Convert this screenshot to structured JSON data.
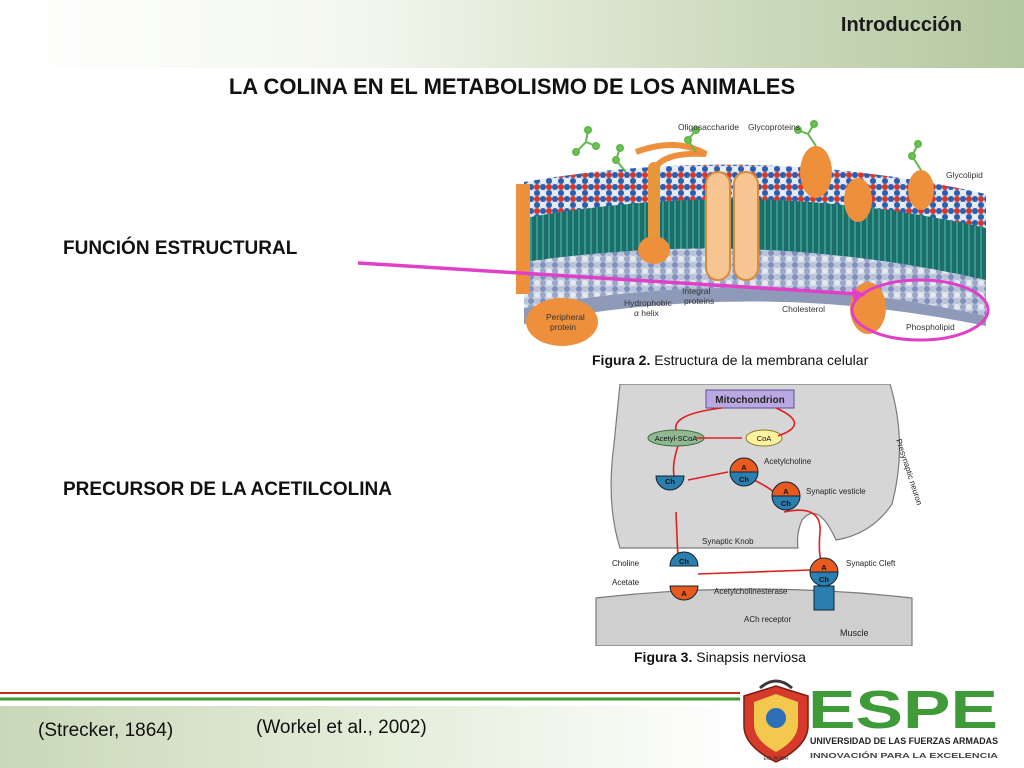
{
  "header": {
    "section": "Introducción"
  },
  "title": "LA COLINA EN EL METABOLISMO DE LOS ANIMALES",
  "labels": {
    "structural": "FUNCIÓN ESTRUCTURAL",
    "precursor": "PRECURSOR DE LA ACETILCOLINA"
  },
  "fig2": {
    "caption_bold": "Figura 2.",
    "caption_text": " Estructura de la membrana celular",
    "labels": {
      "oligosaccharide": "Oligosaccharide",
      "glycoproteins": "Glycoproteins",
      "glycolipid": "Glycolipid",
      "peripheral1": "Peripheral",
      "peripheral2": "protein",
      "hydrophobic1": "Hydrophobic",
      "hydrophobic2": "α helix",
      "integral1": "Integral",
      "integral2": "proteins",
      "cholesterol": "Cholesterol",
      "phospholipid": "Phospholipid"
    }
  },
  "fig3": {
    "caption_bold": "Figura 3.",
    "caption_text": " Sinapsis nerviosa",
    "labels": {
      "mitochondrion": "Mitochondrion",
      "acetyl_scoa": "Acetyl-SCoA",
      "coa": "CoA",
      "acetylcholine": "Acetylcholine",
      "synaptic_vesicle": "Synaptic vesticle",
      "presynaptic": "Presynaptic neuron",
      "synaptic_knob": "Synaptic Knob",
      "choline": "Choline",
      "acetate": "Acetate",
      "acetylcholinesterase": "Acetylcholinesterase",
      "synaptic_cleft": "Synaptic Cleft",
      "ach_receptor": "ACh receptor",
      "muscle": "Muscle",
      "ch": "Ch",
      "a": "A"
    }
  },
  "citations": {
    "left": "(Strecker, 1864)",
    "right": "(Workel et al., 2002)"
  },
  "logo": {
    "name": "ESPE",
    "line1": "UNIVERSIDAD DE LAS FUERZAS ARMADAS",
    "line2": "INNOVACIÓN PARA LA EXCELENCIA",
    "crest_text": "ECUADOR"
  },
  "colors": {
    "accent_green": "#3f9a3a",
    "arrow_magenta": "#e040c8",
    "title_text": "#111111",
    "ach_orange": "#e85a1e",
    "choline_blue": "#2b7fae"
  }
}
